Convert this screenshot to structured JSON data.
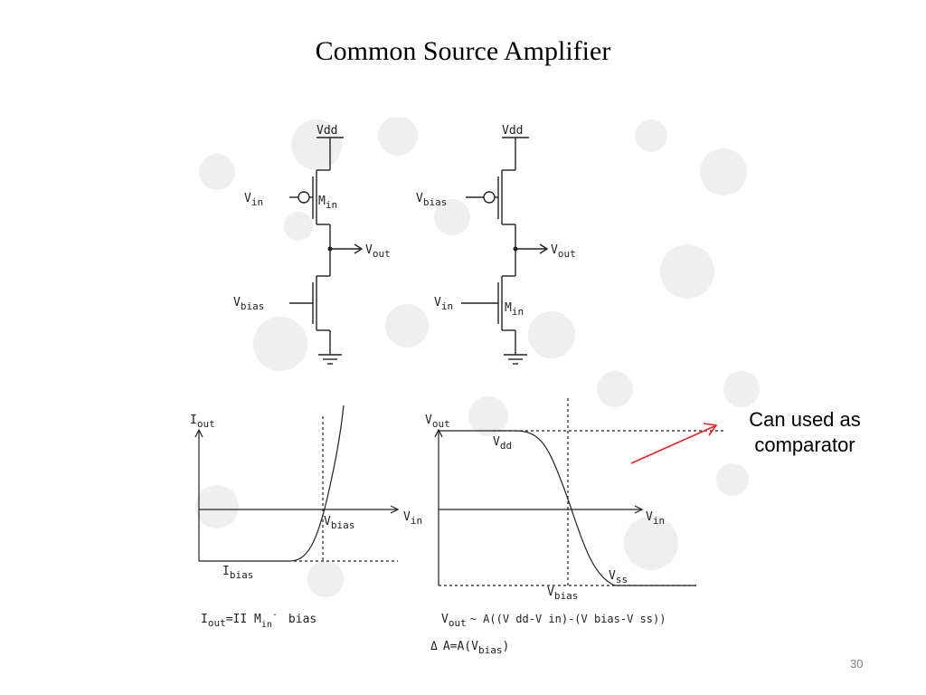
{
  "slide": {
    "title": "Common Source Amplifier",
    "annotation_line1": "Can used as",
    "annotation_line2": "comparator",
    "page_number": "30"
  },
  "colors": {
    "arrow": "#e8202a",
    "bubbles": "#efefef",
    "ink": "#222222"
  },
  "circuit_left": {
    "vdd": "Vdd",
    "top_gate": "V",
    "top_gate_sub": "in",
    "top_label": "M",
    "top_label_sub": "in",
    "out": "V",
    "out_sub": "out",
    "bottom_gate": "V",
    "bottom_gate_sub": "bias"
  },
  "circuit_right": {
    "vdd": "Vdd",
    "top_gate": "V",
    "top_gate_sub": "bias",
    "out": "V",
    "out_sub": "out",
    "bottom_gate": "V",
    "bottom_gate_sub": "in",
    "bottom_label": "M",
    "bottom_label_sub": "in"
  },
  "graph_left": {
    "y_axis": "I",
    "y_axis_sub": "out",
    "x_axis": "V",
    "x_axis_sub": "in",
    "mark": "V",
    "mark_sub": "bias",
    "level": "I",
    "level_sub": "bias",
    "formula": "I",
    "formula_sub": "out",
    "formula_rest": "=II M",
    "formula_m_sub": "in",
    "formula_m_sup": "-",
    "formula_tail": "bias"
  },
  "graph_right": {
    "y_axis": "V",
    "y_axis_sub": "out",
    "x_axis": "V",
    "x_axis_sub": "in",
    "high": "V",
    "high_sub": "dd",
    "low": "V",
    "low_sub": "ss",
    "mark": "V",
    "mark_sub": "bias",
    "formula1": "V",
    "formula1_sub": "out",
    "formula1_rest": "~ A((V dd-V in)-(V bias-V ss))",
    "formula2_icon": "Δ",
    "formula2": "A=A(V",
    "formula2_sub": "bias",
    "formula2_close": ")"
  }
}
